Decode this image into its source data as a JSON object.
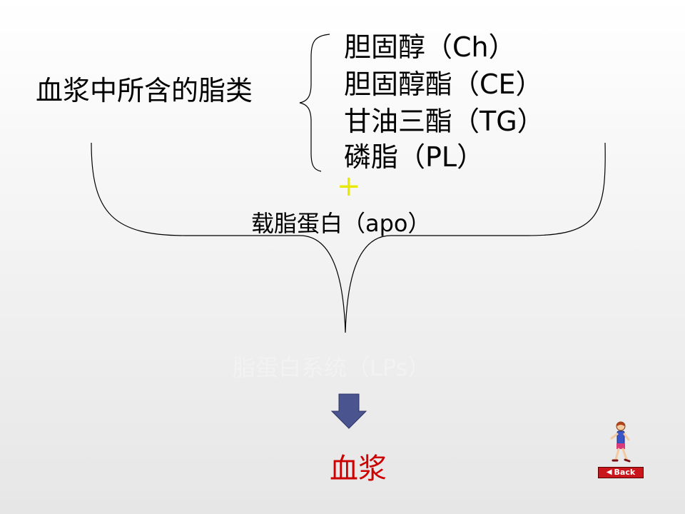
{
  "left_label": "血浆中所含的脂类",
  "lipids": [
    "胆固醇（Ch）",
    "胆固醇酯（CE）",
    "甘油三酯（TG）",
    "磷脂（PL）"
  ],
  "plus_sign": "+",
  "apolipoprotein": "载脂蛋白（apo）",
  "lipoprotein_system": "脂蛋白系统（LPs）",
  "result": "血浆",
  "back_button": {
    "label": "Back",
    "icon": "left-arrow-icon"
  },
  "colors": {
    "plus": "#e8e800",
    "result": "#cc0000",
    "arrow_fill": "#4a5590",
    "back_button": "#c9161c"
  }
}
